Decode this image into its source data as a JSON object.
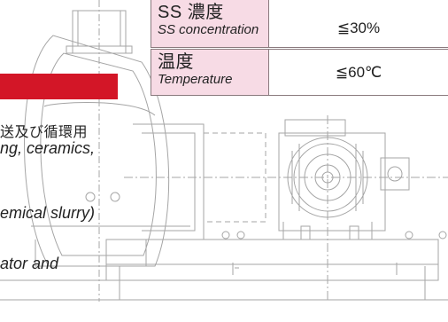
{
  "spec_table": {
    "rows": [
      {
        "label_jp": "SS 濃度",
        "label_en": "SS concentration",
        "value": "≦30%"
      },
      {
        "label_jp": "温度",
        "label_en": "Temperature",
        "value": "≦60℃"
      }
    ]
  },
  "description": {
    "line_jp": "送及び循環用",
    "line_en_1": "ng, ceramics,",
    "line_en_2": "emical slurry)",
    "line_en_3": "ator and"
  },
  "colors": {
    "accent_red": "#d31627",
    "table_label_bg": "#f7dbe5",
    "drawing_line": "#9a9a9a"
  }
}
